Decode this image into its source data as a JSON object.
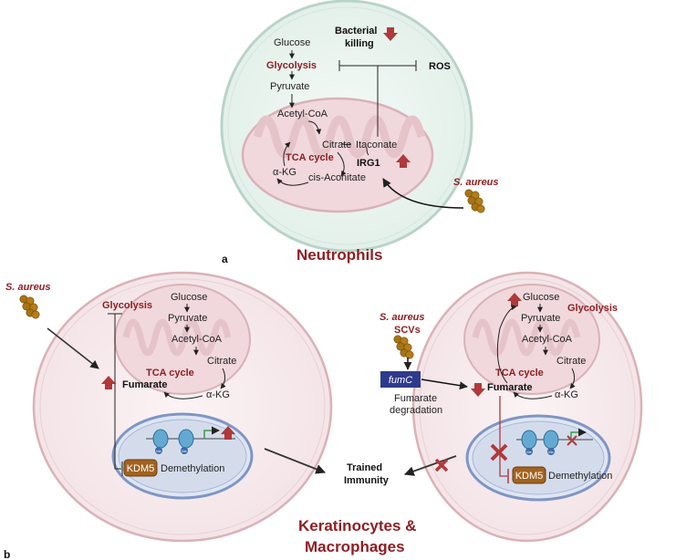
{
  "panel_a": {
    "label": "a",
    "title": "Neutrophils",
    "glucose": "Glucose",
    "glycolysis": "Glycolysis",
    "pyruvate": "Pyruvate",
    "acetyl_coa": "Acetyl-CoA",
    "citrate": "Citrate",
    "tca_cycle": "TCA cycle",
    "akg": "α-KG",
    "cis_aconitate": "cis-Aconitate",
    "itaconate": "Itaconate",
    "irg1": "IRG1",
    "ros": "ROS",
    "bacterial": "Bacterial",
    "killing": "killing",
    "s_aureus": "S. aureus"
  },
  "panel_b": {
    "label": "b",
    "title_line1": "Keratinocytes &",
    "title_line2": "Macrophages",
    "trained_line1": "Trained",
    "trained_line2": "Immunity",
    "left": {
      "s_aureus": "S. aureus",
      "glycolysis": "Glycolysis",
      "glucose": "Glucose",
      "pyruvate": "Pyruvate",
      "acetyl_coa": "Acetyl-CoA",
      "citrate": "Citrate",
      "tca_cycle": "TCA cycle",
      "fumarate": "Fumarate",
      "akg": "α-KG",
      "kdm5": "KDM5",
      "demethylation": "Demethylation",
      "me": "Me"
    },
    "right": {
      "s_aureus": "S. aureus",
      "scvs": "SCVs",
      "fumc": "fumC",
      "fumarate_deg1": "Fumarate",
      "fumarate_deg2": "degradation",
      "glucose": "Glucose",
      "glycolysis": "Glycolysis",
      "pyruvate": "Pyruvate",
      "acetyl_coa": "Acetyl-CoA",
      "citrate": "Citrate",
      "tca_cycle": "TCA cycle",
      "fumarate": "Fumarate",
      "akg": "α-KG",
      "kdm5": "KDM5",
      "demethylation": "Demethylation",
      "me": "Me"
    }
  },
  "colors": {
    "title_red": "#8f1e22",
    "arrow_red": "#b1383b",
    "cell_fill": "#e9f3ef",
    "cell_border": "#b9d3c8",
    "mito_fill": "#f1d8dc",
    "mito_border": "#d9b2b8",
    "nucleus_fill": "#dfe6f2",
    "nucleus_border": "#7f96c4",
    "bacteria": "#a87313",
    "fumc_box": "#2e3a8c"
  }
}
